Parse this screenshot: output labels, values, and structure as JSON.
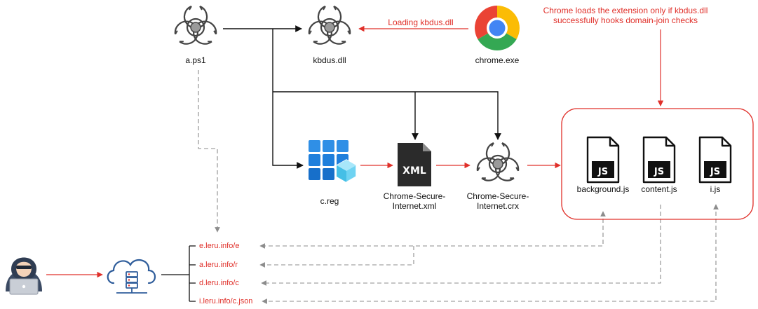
{
  "nodes": {
    "a_ps1": {
      "label": "a.ps1",
      "icon": "biohazard-icon"
    },
    "kbdus_dll": {
      "label": "kbdus.dll",
      "icon": "biohazard-icon"
    },
    "chrome_exe": {
      "label": "chrome.exe",
      "icon": "chrome-icon"
    },
    "c_reg": {
      "label": "c.reg",
      "icon": "registry-icon"
    },
    "xml": {
      "label_line1": "Chrome-Secure-",
      "label_line2": "Internet.xml",
      "icon": "xml-file-icon",
      "icon_text": "XML"
    },
    "crx": {
      "label_line1": "Chrome-Secure-",
      "label_line2": "Internet.crx",
      "icon": "biohazard-icon"
    },
    "background_js": {
      "label": "background.js",
      "icon": "js-file-icon",
      "icon_text": "JS"
    },
    "content_js": {
      "label": "content.js",
      "icon": "js-file-icon",
      "icon_text": "JS"
    },
    "i_js": {
      "label": "i.js",
      "icon": "js-file-icon",
      "icon_text": "JS"
    },
    "attacker": {
      "icon": "hacker-icon"
    },
    "server": {
      "icon": "cloud-server-icon"
    }
  },
  "annotations": {
    "loading": "Loading kbdus.dll",
    "chrome_note_line1": "Chrome loads the extension only if kbdus.dll",
    "chrome_note_line2": "successfully hooks domain-join checks"
  },
  "urls": [
    "e.leru.info/e",
    "a.leru.info/r",
    "d.leru.info/c",
    "i.leru.info/c.json"
  ],
  "colors": {
    "accent_red": "#e0302a",
    "line_black": "#111111",
    "dash_gray": "#8c8c8c",
    "icon_gray": "#444444"
  }
}
